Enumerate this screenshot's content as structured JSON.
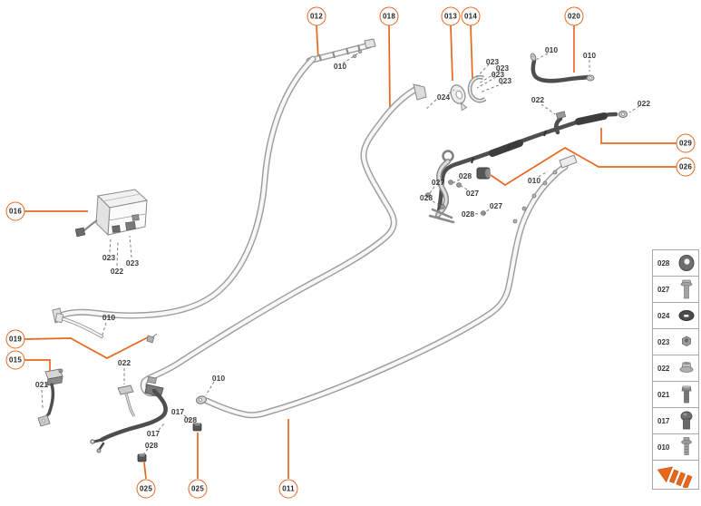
{
  "colors": {
    "accent": "#e8671d",
    "outline_gray": "#9b9b9b",
    "dark_part": "#4e4e4e"
  },
  "callouts": [
    {
      "id": "012"
    },
    {
      "id": "018"
    },
    {
      "id": "013"
    },
    {
      "id": "014"
    },
    {
      "id": "020"
    },
    {
      "id": "029"
    },
    {
      "id": "026"
    },
    {
      "id": "016"
    },
    {
      "id": "019"
    },
    {
      "id": "015"
    },
    {
      "id": "025"
    },
    {
      "id": "025"
    },
    {
      "id": "011"
    }
  ],
  "labels": [
    {
      "text": "010"
    },
    {
      "text": "023"
    },
    {
      "text": "023"
    },
    {
      "text": "023"
    },
    {
      "text": "023"
    },
    {
      "text": "024"
    },
    {
      "text": "010"
    },
    {
      "text": "010"
    },
    {
      "text": "022"
    },
    {
      "text": "022"
    },
    {
      "text": "028"
    },
    {
      "text": "027"
    },
    {
      "text": "028"
    },
    {
      "text": "027"
    },
    {
      "text": "028"
    },
    {
      "text": "027"
    },
    {
      "text": "010"
    },
    {
      "text": "023"
    },
    {
      "text": "022"
    },
    {
      "text": "023"
    },
    {
      "text": "010"
    },
    {
      "text": "021"
    },
    {
      "text": "022"
    },
    {
      "text": "010"
    },
    {
      "text": "017"
    },
    {
      "text": "028"
    },
    {
      "text": "017"
    },
    {
      "text": "028"
    }
  ],
  "legend": {
    "rows": [
      {
        "num": "028",
        "icon": "washer-icon"
      },
      {
        "num": "027",
        "icon": "long-bolt-icon"
      },
      {
        "num": "024",
        "icon": "grommet-icon"
      },
      {
        "num": "023",
        "icon": "small-nut-icon"
      },
      {
        "num": "022",
        "icon": "flanged-nut-icon"
      },
      {
        "num": "021",
        "icon": "hex-bolt-icon"
      },
      {
        "num": "017",
        "icon": "dome-bolt-icon"
      },
      {
        "num": "010",
        "icon": "flange-bolt-icon"
      }
    ],
    "direction_icon": "direction-arrow-icon"
  }
}
